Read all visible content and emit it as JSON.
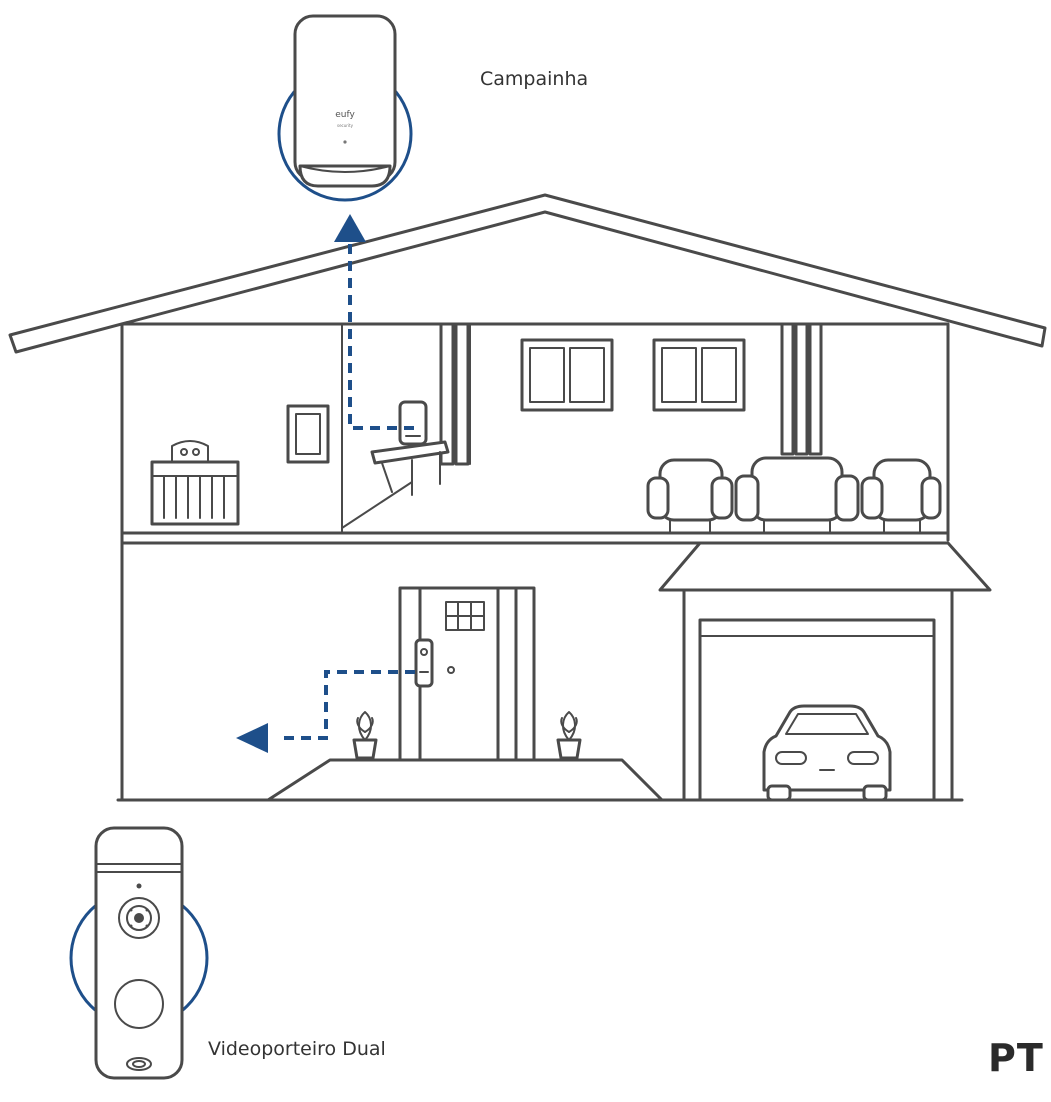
{
  "labels": {
    "chime": "Campainha",
    "doorbell": "Videoporteiro Dual",
    "language_badge": "PT"
  },
  "chime_device": {
    "brand": "eufy",
    "sub": "security"
  },
  "colors": {
    "line": "#4a4a4a",
    "accent": "#1e4f8a",
    "text": "#333333",
    "badge": "#2b2b2b"
  },
  "icons": [
    "chime-device-icon",
    "video-doorbell-icon",
    "house-illustration",
    "car-icon",
    "armchair-icon",
    "sofa-icon",
    "crib-icon",
    "plant-pot-icon",
    "signal-arrow-icon"
  ]
}
